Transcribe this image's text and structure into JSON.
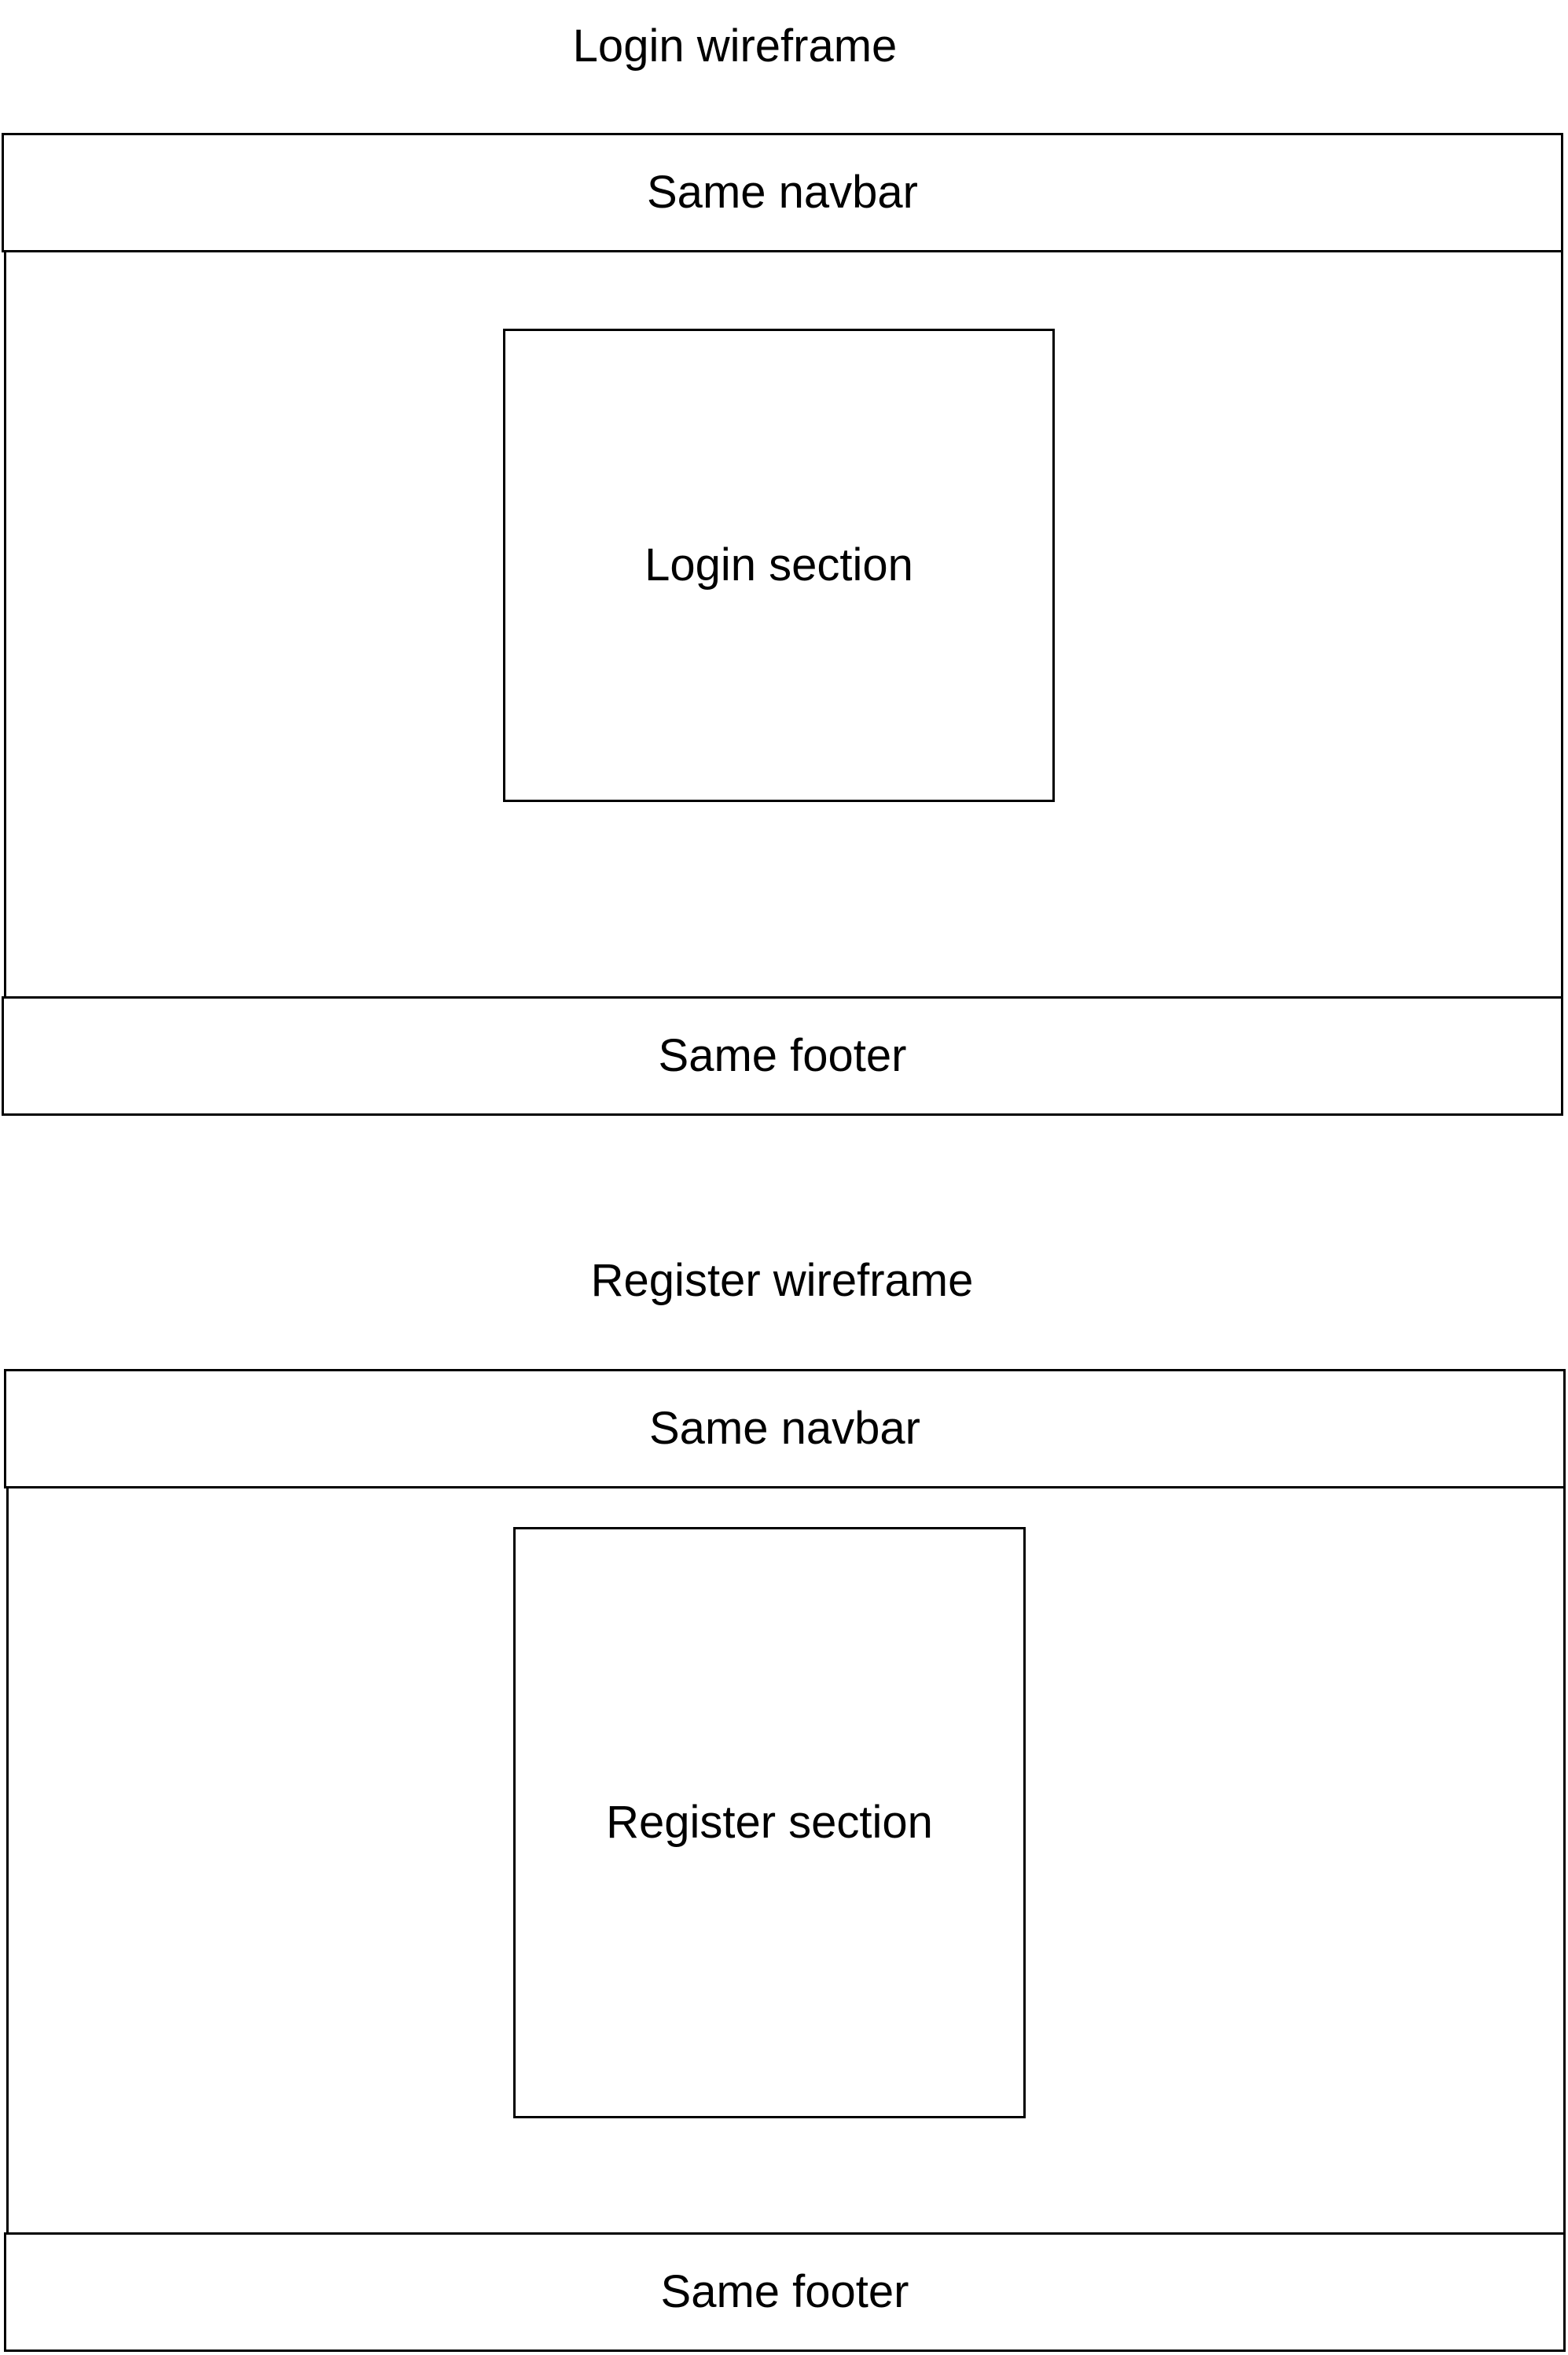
{
  "login_wireframe": {
    "title": "Login wireframe",
    "navbar_label": "Same navbar",
    "section_label": "Login section",
    "footer_label": "Same footer"
  },
  "register_wireframe": {
    "title": "Register wireframe",
    "navbar_label": "Same navbar",
    "section_label": "Register section",
    "footer_label": "Same footer"
  }
}
